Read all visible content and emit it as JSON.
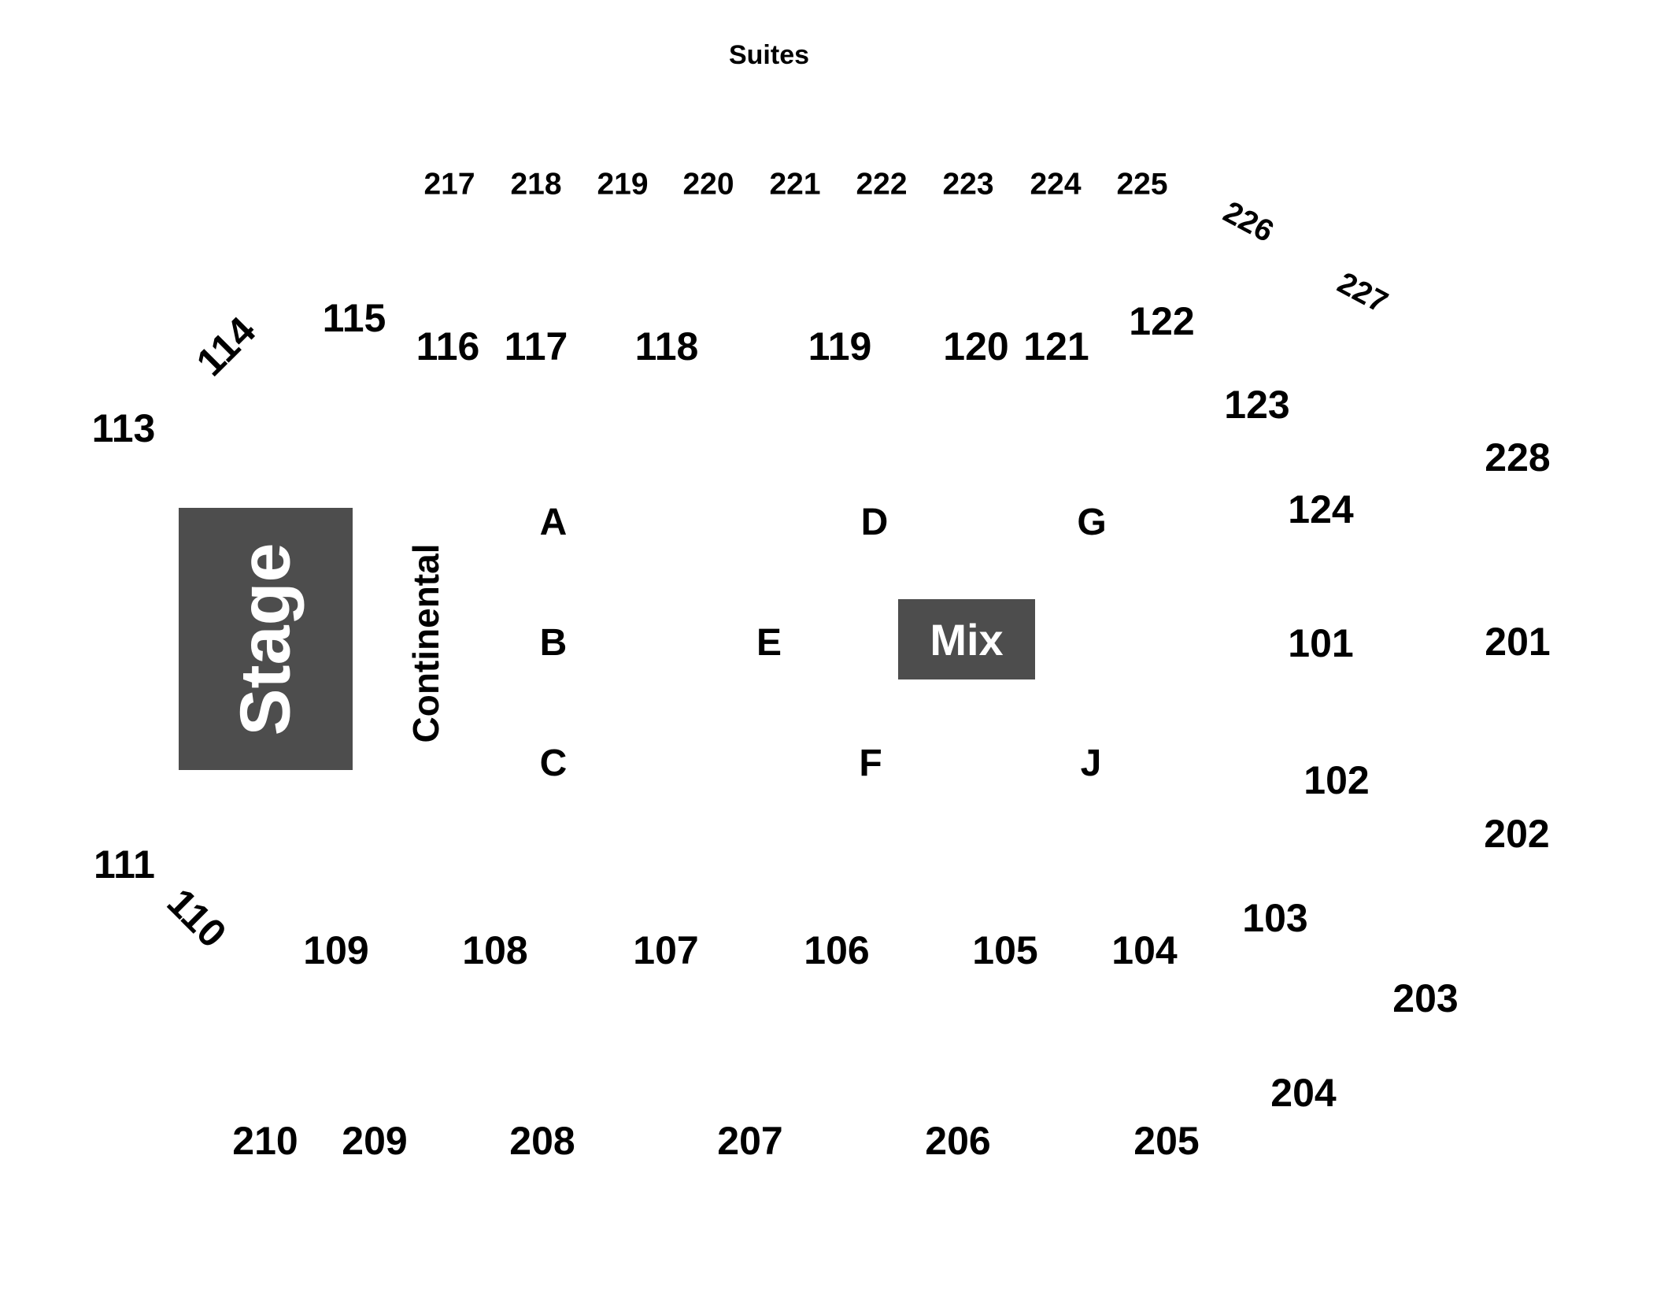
{
  "colors": {
    "background": "#ffffff",
    "label": "#000000",
    "block_fill": "#4d4d4d",
    "block_text": "#ffffff"
  },
  "map": {
    "suites_label": "Suites",
    "stage_label": "Stage",
    "mix_label": "Mix",
    "continental_label": "Continental",
    "suite_sections": [
      "217",
      "218",
      "219",
      "220",
      "221",
      "222",
      "223",
      "224",
      "225",
      "226",
      "227"
    ],
    "upper_sections": [
      "201",
      "202",
      "203",
      "204",
      "205",
      "206",
      "207",
      "208",
      "209",
      "210",
      "228"
    ],
    "lower_sections": [
      "101",
      "102",
      "103",
      "104",
      "105",
      "106",
      "107",
      "108",
      "109",
      "110",
      "111",
      "113",
      "114",
      "115",
      "116",
      "117",
      "118",
      "119",
      "120",
      "121",
      "122",
      "123",
      "124"
    ],
    "floor_sections": [
      "A",
      "B",
      "C",
      "D",
      "E",
      "F",
      "G",
      "J"
    ]
  }
}
